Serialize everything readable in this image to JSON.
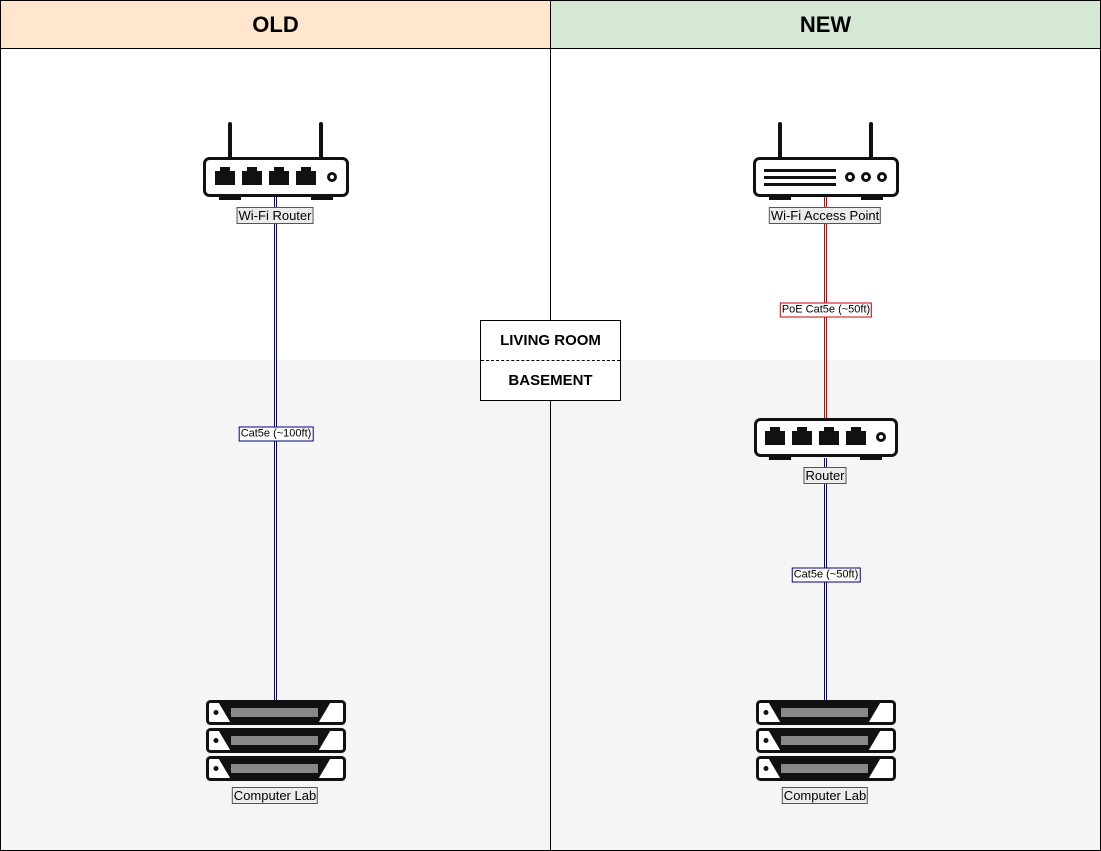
{
  "columns": {
    "old": {
      "title": "OLD",
      "color": "#ffe6cc"
    },
    "new": {
      "title": "NEW",
      "color": "#d5e8d4"
    }
  },
  "zones": {
    "upper": {
      "label": "LIVING ROOM",
      "color": "#ffffff"
    },
    "lower": {
      "label": "BASEMENT",
      "color": "#f5f5f5"
    }
  },
  "old": {
    "nodes": [
      {
        "id": "old-router",
        "icon": "wifi-router-icon",
        "label": "Wi-Fi Router"
      },
      {
        "id": "old-lab",
        "icon": "server-rack-icon",
        "label": "Computer Lab"
      }
    ],
    "links": [
      {
        "label": "Cat5e (~100ft)",
        "color": "#000080"
      }
    ]
  },
  "new": {
    "nodes": [
      {
        "id": "new-ap",
        "icon": "wifi-access-point-icon",
        "label": "Wi-Fi Access Point"
      },
      {
        "id": "new-router",
        "icon": "router-icon",
        "label": "Router"
      },
      {
        "id": "new-lab",
        "icon": "server-rack-icon",
        "label": "Computer Lab"
      }
    ],
    "links": [
      {
        "label": "PoE Cat5e (~50ft)",
        "color": "#cc0000"
      },
      {
        "label": "Cat5e (~50ft)",
        "color": "#000080"
      }
    ]
  }
}
